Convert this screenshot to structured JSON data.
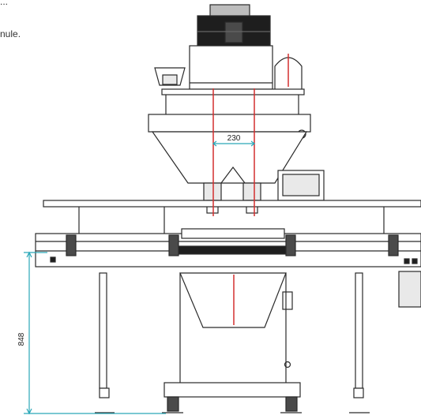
{
  "captions": {
    "top_fragment": "...",
    "line2_fragment": "nule."
  },
  "dimensions": {
    "spacing_label": "230",
    "height_label": "848"
  },
  "colors": {
    "line": "#2a2a2a",
    "dark_fill": "#1e1e1e",
    "mid_fill": "#bdbdbd",
    "light_fill": "#e9e9e9",
    "centerline": "#d32f2f",
    "dimension": "#2aa8b8"
  }
}
